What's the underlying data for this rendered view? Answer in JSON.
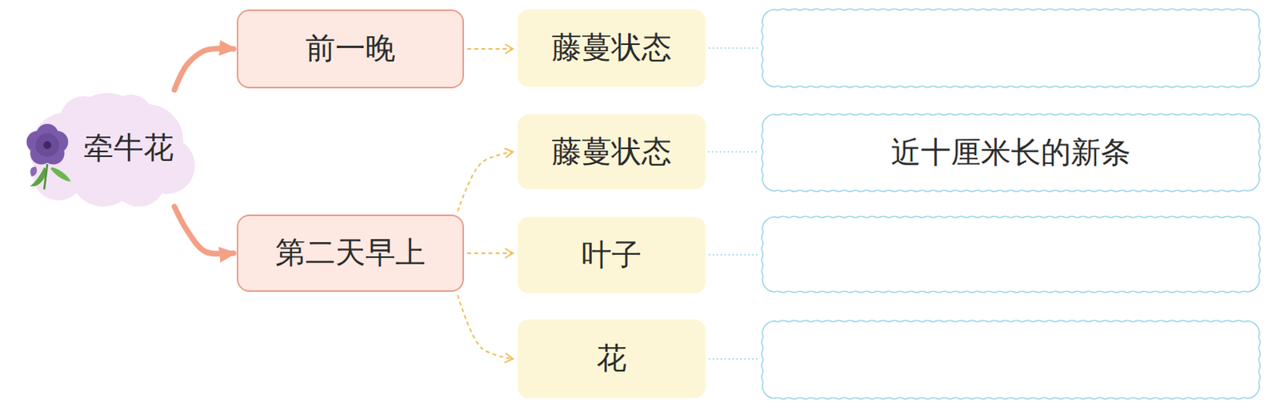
{
  "diagram": {
    "nodes": [
      {
        "text": [
          "牵牛花"
        ]
      },
      {
        "text": [
          "前一晚"
        ]
      },
      {
        "text": [
          "藤蔓状态"
        ]
      },
      {
        "text": [
          "第二天早上"
        ]
      },
      {
        "text": [
          "藤蔓状态"
        ]
      },
      {
        "text": [
          "近十厘米长的新条"
        ]
      },
      {
        "text": [
          "叶子"
        ]
      },
      {
        "text": [
          "花"
        ]
      }
    ],
    "edges": [
      {
        "from": 0,
        "to": 1,
        "arrow": "to"
      },
      {
        "from": 0,
        "to": 3,
        "arrow": "to"
      },
      {
        "from": 1,
        "to": 2,
        "arrow": "to"
      },
      {
        "from": 3,
        "to": 4,
        "arrow": "to"
      },
      {
        "from": 3,
        "to": 6,
        "arrow": "to"
      },
      {
        "from": 3,
        "to": 7,
        "arrow": "to"
      },
      {
        "from": 4,
        "to": 5,
        "arrow": "none"
      }
    ]
  }
}
